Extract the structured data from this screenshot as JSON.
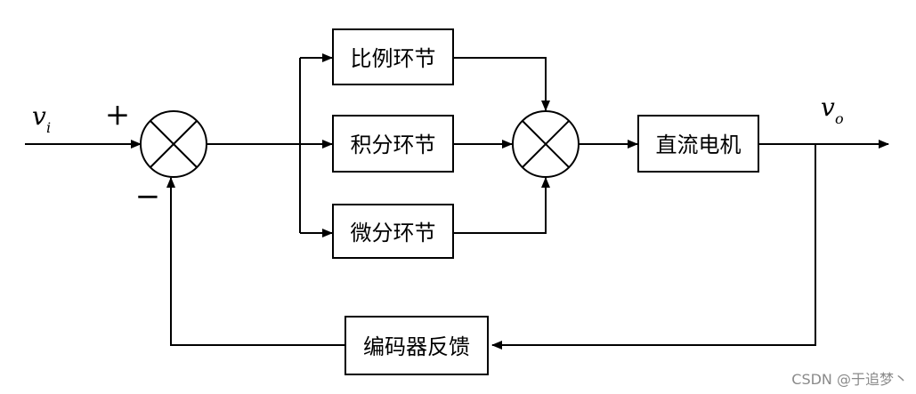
{
  "diagram": {
    "blocks": {
      "proportional": "比例环节",
      "integral": "积分环节",
      "derivative": "微分环节",
      "dc_motor": "直流电机",
      "encoder_feedback": "编码器反馈"
    },
    "signals": {
      "input": {
        "var": "v",
        "sub": "i"
      },
      "output": {
        "var": "v",
        "sub": "o"
      }
    },
    "signs": {
      "plus": "+",
      "minus": "−"
    }
  },
  "watermark": "CSDN @于追梦丶"
}
